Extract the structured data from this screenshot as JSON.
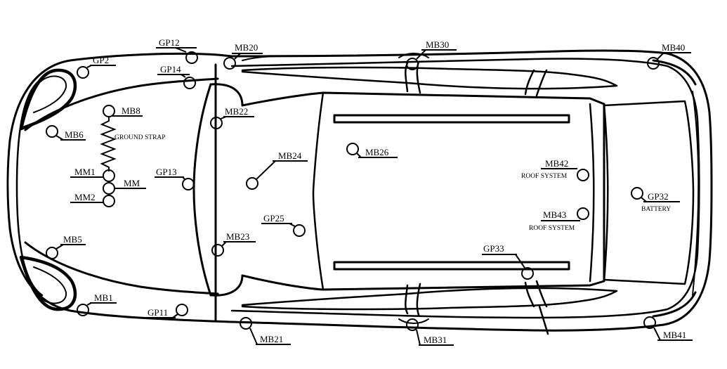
{
  "diagram": {
    "labels": {
      "GP12": "GP12",
      "GP2": "GP2",
      "GP14": "GP14",
      "MB20": "MB20",
      "MB30": "MB30",
      "MB40": "MB40",
      "MB8": "MB8",
      "GROUND_STRAP": "GROUND STRAP",
      "MB6": "MB6",
      "MB22": "MB22",
      "MB24": "MB24",
      "MB26": "MB26",
      "MM1": "MM1",
      "MM": "MM",
      "MM2": "MM2",
      "GP13": "GP13",
      "MB42": "MB42",
      "MB42_sub": "ROOF SYSTEM",
      "GP32": "GP32",
      "GP32_sub": "BATTERY",
      "MB43": "MB43",
      "MB43_sub": "ROOF SYSTEM",
      "GP25": "GP25",
      "MB5": "MB5",
      "MB23": "MB23",
      "GP33": "GP33",
      "MB1": "MB1",
      "GP11": "GP11",
      "MB21": "MB21",
      "MB31": "MB31",
      "MB41": "MB41"
    }
  }
}
